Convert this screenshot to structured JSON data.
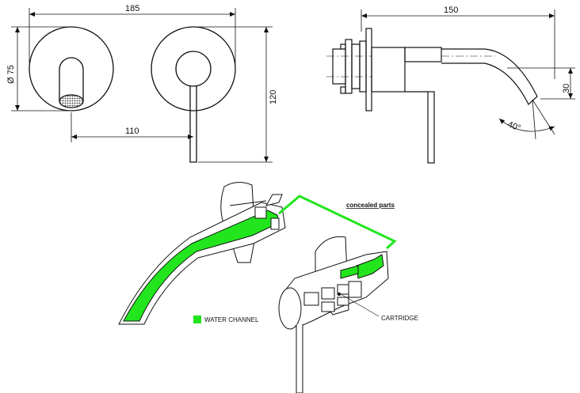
{
  "dimensions": {
    "front_width": "185",
    "front_height": "120",
    "diameter": "Ø 75",
    "center_distance": "110",
    "side_length": "150",
    "spout_drop": "30",
    "spout_angle": "40°"
  },
  "labels": {
    "concealed_parts": "concealed parts",
    "water_channel": "WATER CHANNEL",
    "cartridge": "CARTRIDGE"
  },
  "colors": {
    "water_channel": "#22e51e",
    "line": "#111111"
  }
}
